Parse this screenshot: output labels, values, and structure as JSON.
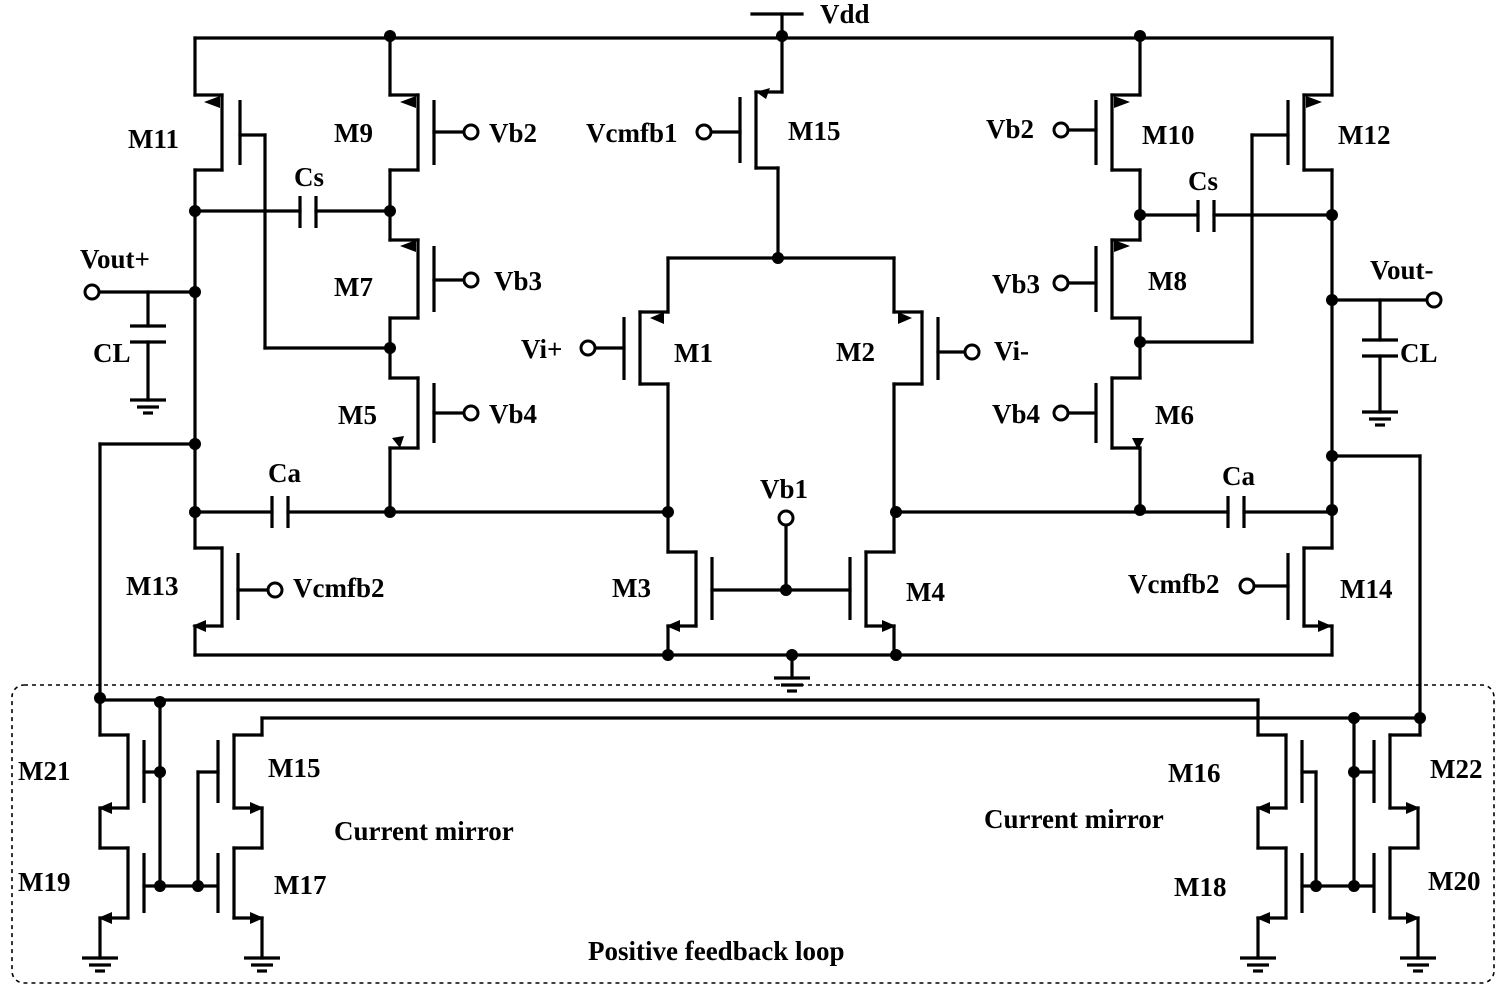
{
  "labels": {
    "vdd": "Vdd",
    "vout_p": "Vout+",
    "vout_n": "Vout-",
    "cl_left": "CL",
    "cl_right": "CL",
    "cs_left": "Cs",
    "cs_right": "Cs",
    "ca_left": "Ca",
    "ca_right": "Ca",
    "m1": "M1",
    "m2": "M2",
    "m3": "M3",
    "m4": "M4",
    "m5": "M5",
    "m6": "M6",
    "m7": "M7",
    "m8": "M8",
    "m9": "M9",
    "m10": "M10",
    "m11": "M11",
    "m12": "M12",
    "m13": "M13",
    "m14": "M14",
    "m15": "M15",
    "m15b": "M15",
    "m16": "M16",
    "m17": "M17",
    "m18": "M18",
    "m19": "M19",
    "m20": "M20",
    "m21": "M21",
    "m22": "M22",
    "vb1": "Vb1",
    "vb2_l": "Vb2",
    "vb2_r": "Vb2",
    "vb3_l": "Vb3",
    "vb3_r": "Vb3",
    "vb4_l": "Vb4",
    "vb4_r": "Vb4",
    "vcmfb1": "Vcmfb1",
    "vcmfb2_l": "Vcmfb2",
    "vcmfb2_r": "Vcmfb2",
    "vi_p": "Vi+",
    "vi_n": "Vi-",
    "current_mirror_l": "Current mirror",
    "current_mirror_r": "Current mirror",
    "feedback_loop": "Positive feedback loop"
  }
}
